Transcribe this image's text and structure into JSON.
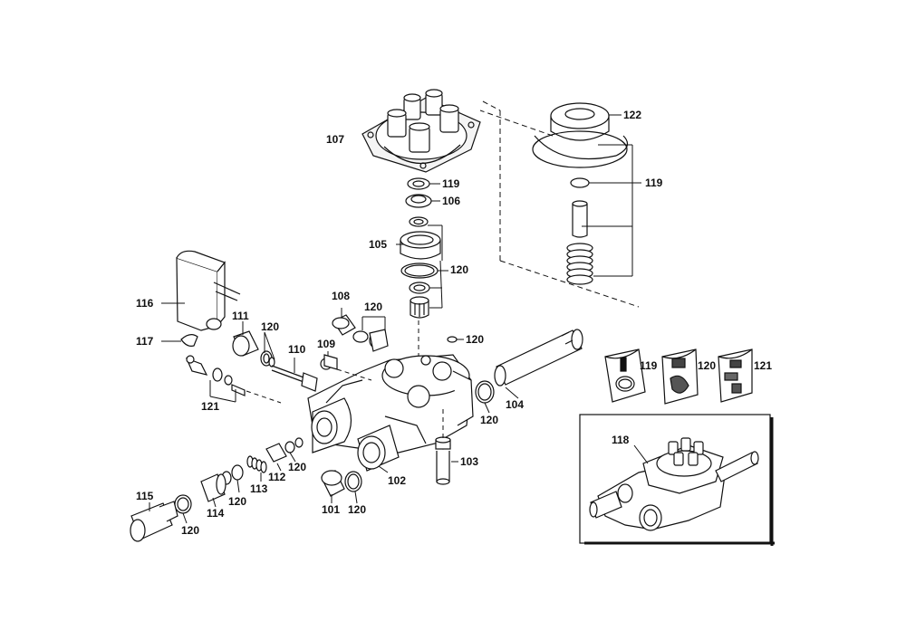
{
  "diagram": {
    "type": "exploded-parts-view",
    "callouts": {
      "p101": "101",
      "p102": "102",
      "p103": "103",
      "p104": "104",
      "p105": "105",
      "p106": "106",
      "p107": "107",
      "p108": "108",
      "p109": "109",
      "p110": "110",
      "p111": "111",
      "p112": "112",
      "p113": "113",
      "p114": "114",
      "p115": "115",
      "p116": "116",
      "p117": "117",
      "p118": "118",
      "p119a": "119",
      "p119b": "119",
      "p119c": "119",
      "p120a": "120",
      "p120b": "120",
      "p120c": "120",
      "p120d": "120",
      "p120e": "120",
      "p120f": "120",
      "p120g": "120",
      "p120h": "120",
      "p120i": "120",
      "p120j": "120",
      "p121a": "121",
      "p121b": "121",
      "p122": "122"
    }
  }
}
